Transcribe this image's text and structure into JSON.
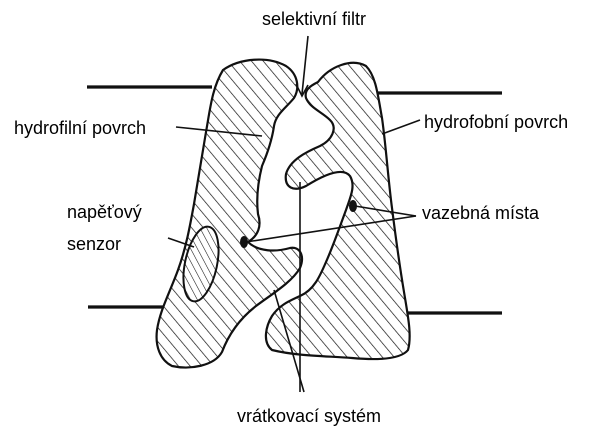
{
  "labels": {
    "selective_filter": "selektivní filtr",
    "hydrophilic_surface": "hydrofilní povrch",
    "hydrophobic_surface": "hydrofobní povrch",
    "voltage_sensor_line1": "napěťový",
    "voltage_sensor_line2": "senzor",
    "binding_sites": "vazebná místa",
    "gating_system": "vrátkovací systém"
  },
  "colors": {
    "ink": "#111111",
    "background": "#ffffff"
  }
}
